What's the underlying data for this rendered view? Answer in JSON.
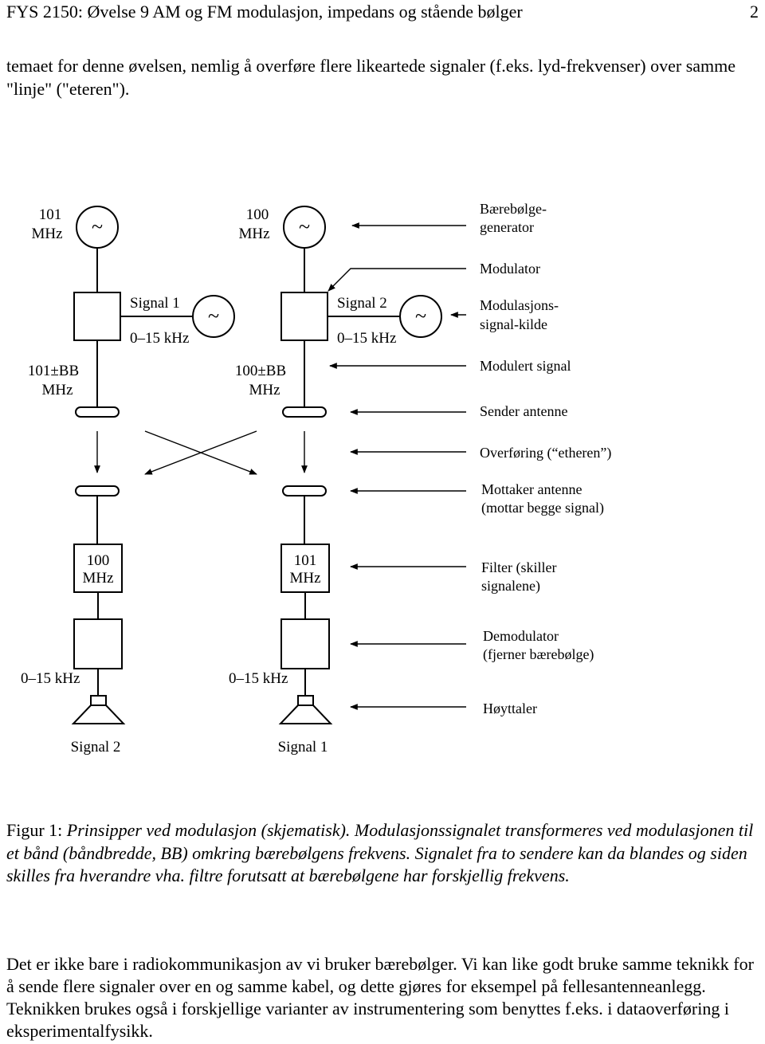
{
  "header": {
    "title": "FYS 2150: Øvelse 9  AM og FM modulasjon, impedans og stående bølger",
    "page_number": "2"
  },
  "intro_text": "temaet for denne øvelsen, nemlig å overføre flere likeartede signaler (f.eks. lyd-frekvenser) over samme \"linje\" (\"eteren\").",
  "figure": {
    "left_column": {
      "carrier_freq": "101",
      "carrier_unit": "MHz",
      "signal_label": "Signal 1",
      "signal_range": "0–15 kHz",
      "band_top": "101±BB",
      "band_unit": "MHz",
      "filter_freq": "100",
      "filter_unit": "MHz",
      "demod_output": "0–15 kHz",
      "speaker_label": "Signal 2"
    },
    "right_column": {
      "carrier_freq": "100",
      "carrier_unit": "MHz",
      "signal_label": "Signal 2",
      "signal_range": "0–15 kHz",
      "band_top": "100±BB",
      "band_unit": "MHz",
      "filter_freq": "101",
      "filter_unit": "MHz",
      "demod_output": "0–15 kHz",
      "speaker_label": "Signal 1"
    },
    "generator_symbol": "~",
    "side_labels": {
      "carrier_gen_1": "Bærebølge-",
      "carrier_gen_2": "generator",
      "modulator": "Modulator",
      "mod_source_1": "Modulasjons-",
      "mod_source_2": "signal-kilde",
      "modulated_signal": "Modulert signal",
      "tx_antenna": "Sender antenne",
      "transmission": "Overføring (“etheren”)",
      "rx_antenna_1": "Mottaker antenne",
      "rx_antenna_2": "(mottar begge signal)",
      "filter_1": "Filter (skiller",
      "filter_2": "signalene)",
      "demodulator_1": "Demodulator",
      "demodulator_2": "(fjerner bærebølge)",
      "speaker": "Høyttaler"
    }
  },
  "caption": {
    "label": "Figur 1:",
    "text": "Prinsipper ved modulasjon (skjematisk). Modulasjonssignalet transformeres ved modulasjonen til et bånd (båndbredde, BB) omkring bærebølgens frekvens. Signalet fra to sendere kan da blandes og siden skilles fra hverandre vha. filtre forutsatt at bærebølgene har forskjellig frekvens."
  },
  "closing_text": "Det er ikke bare i radiokommunikasjon av vi bruker bærebølger. Vi kan like godt bruke samme teknikk for å sende flere signaler over en og samme kabel, og dette gjøres for eksempel på fellesantenneanlegg. Teknikken brukes også i forskjellige varianter av instrumentering som benyttes f.eks. i dataoverføring i eksperimentalfysikk."
}
